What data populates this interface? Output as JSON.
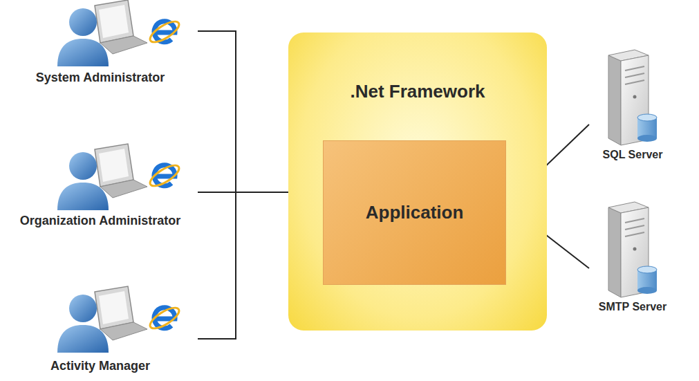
{
  "diagram": {
    "nodes": [
      {
        "text": [
          "System Administrator"
        ]
      },
      {
        "text": [
          "Organization Administrator"
        ]
      },
      {
        "text": [
          "Activity Manager"
        ]
      },
      {
        "text": [
          ".Net Framework"
        ]
      },
      {
        "text": [
          "Application"
        ],
        "in": 3
      },
      {
        "text": [
          "SQL Server"
        ]
      },
      {
        "text": [
          "SMTP Server"
        ]
      }
    ],
    "edges": [
      {
        "from": 0,
        "to": 3,
        "arrow": "none"
      },
      {
        "from": 1,
        "to": 3,
        "arrow": "none"
      },
      {
        "from": 2,
        "to": 3,
        "arrow": "none"
      },
      {
        "from": 4,
        "to": 5,
        "arrow": "none"
      },
      {
        "from": 4,
        "to": 6,
        "arrow": "none"
      }
    ]
  }
}
